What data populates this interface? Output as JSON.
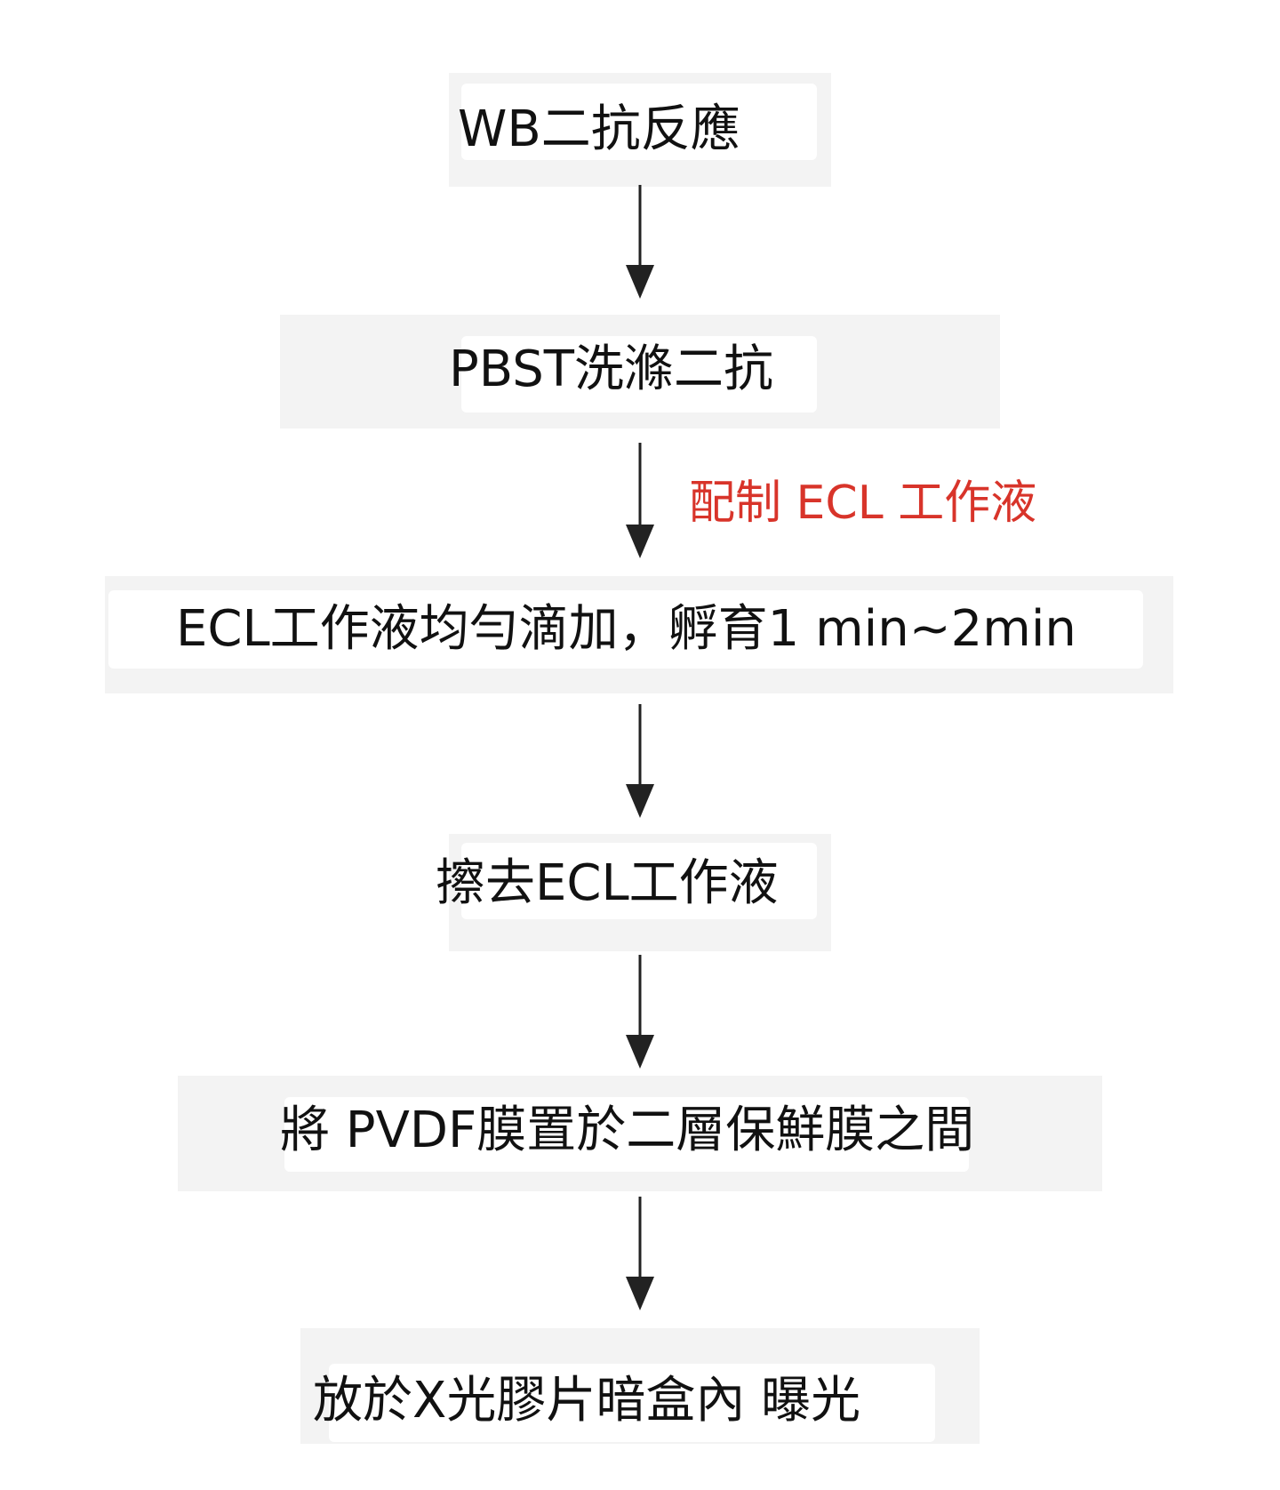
{
  "colors": {
    "box_background": "#f3f3f3",
    "text": "#111111",
    "arrow": "#222222",
    "note": "#d8342a"
  },
  "steps": [
    {
      "label": "WB二抗反應"
    },
    {
      "label": "PBST洗滌二抗"
    },
    {
      "label": "ECL工作液均勻滴加，孵育1 min~2min"
    },
    {
      "label": "擦去ECL工作液"
    },
    {
      "label": "將 PVDF膜置於二層保鮮膜之間"
    },
    {
      "label": "放於X光膠片暗盒內 曝光"
    }
  ],
  "side_note": {
    "label": "配制 ECL 工作液"
  }
}
